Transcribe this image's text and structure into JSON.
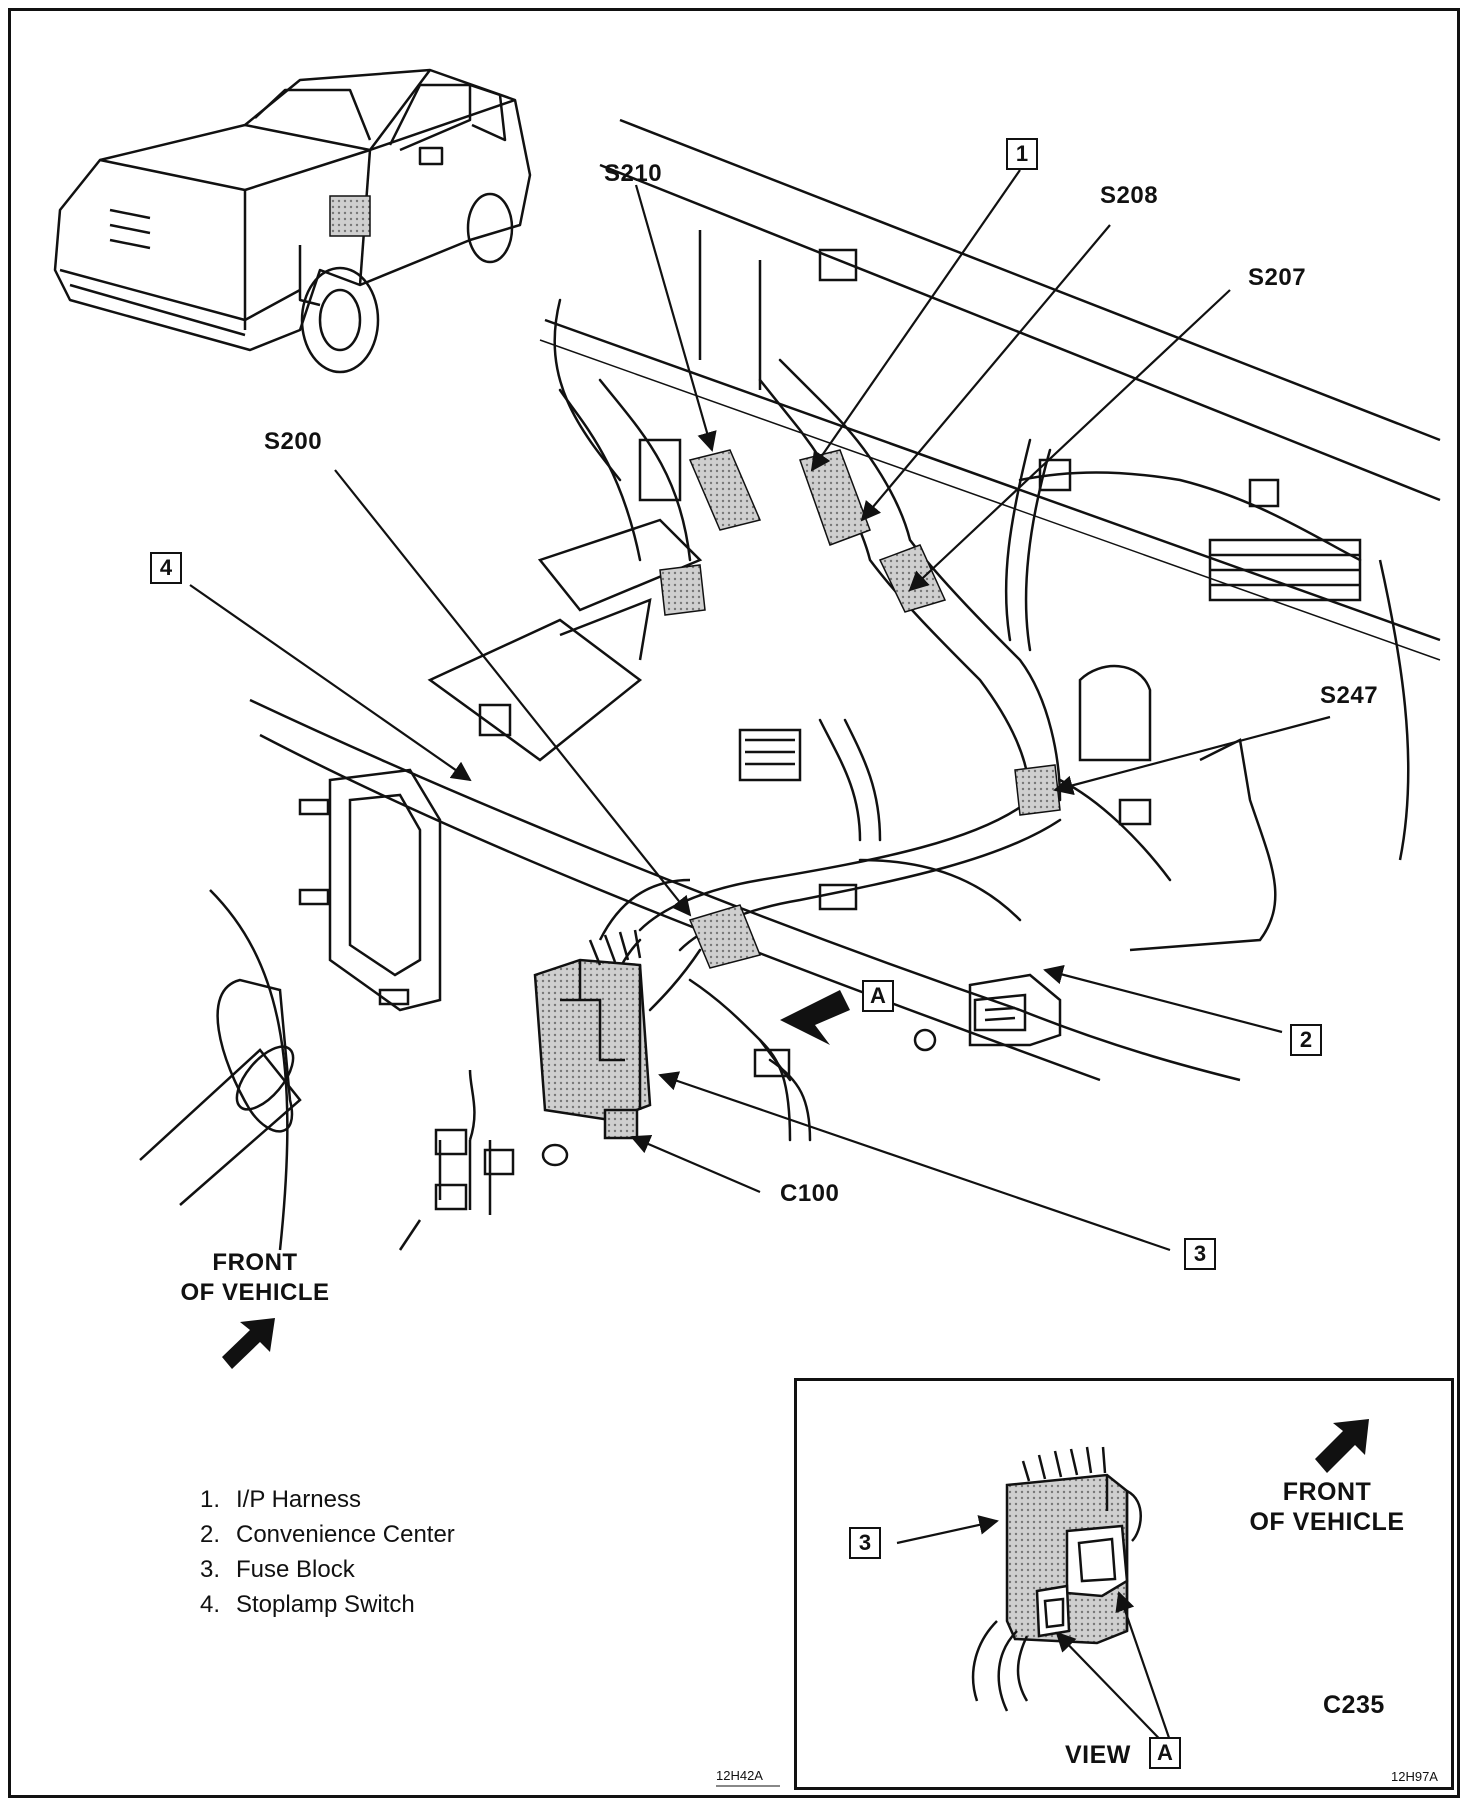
{
  "callouts": {
    "s210": "S210",
    "s208": "S208",
    "s207": "S207",
    "s200": "S200",
    "s247": "S247",
    "c100": "C100",
    "c235": "C235"
  },
  "boxes": {
    "n1": "1",
    "n2": "2",
    "n3": "3",
    "n4": "4",
    "view_a": "A",
    "inset_3": "3",
    "inset_a": "A"
  },
  "front_main": {
    "line1": "FRONT",
    "line2": "OF VEHICLE"
  },
  "front_inset": {
    "line1": "FRONT",
    "line2": "OF VEHICLE"
  },
  "view_label": "VIEW",
  "legend": [
    {
      "num": "1.",
      "text": "I/P Harness"
    },
    {
      "num": "2.",
      "text": "Convenience Center"
    },
    {
      "num": "3.",
      "text": "Fuse Block"
    },
    {
      "num": "4.",
      "text": "Stoplamp Switch"
    }
  ],
  "figure_codes": {
    "main": "12H42A",
    "inset": "12H97A"
  },
  "colors": {
    "line": "#111111",
    "shade": "#bdbdbd",
    "paper": "#ffffff"
  }
}
